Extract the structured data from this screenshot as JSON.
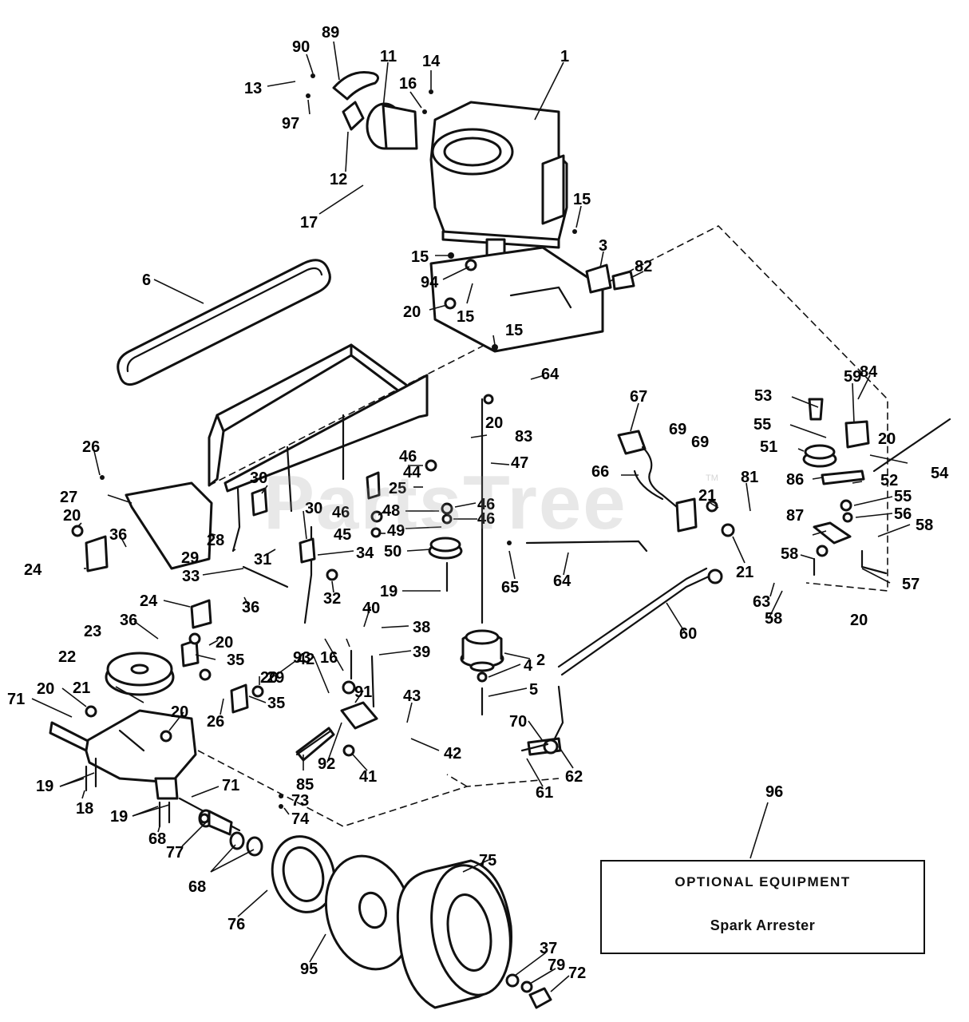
{
  "watermark": {
    "text": "PartsTree",
    "tm": "TM"
  },
  "optional_equipment": {
    "title": "OPTIONAL EQUIPMENT",
    "item": "Spark Arrester"
  },
  "callouts": [
    {
      "id": "c1",
      "label": "1"
    },
    {
      "id": "c89",
      "label": "89"
    },
    {
      "id": "c90",
      "label": "90"
    },
    {
      "id": "c11",
      "label": "11"
    },
    {
      "id": "c14",
      "label": "14"
    },
    {
      "id": "c13",
      "label": "13"
    },
    {
      "id": "c16",
      "label": "16"
    },
    {
      "id": "c97",
      "label": "97"
    },
    {
      "id": "c12",
      "label": "12"
    },
    {
      "id": "c17",
      "label": "17"
    },
    {
      "id": "c15a",
      "label": "15"
    },
    {
      "id": "c15b",
      "label": "15"
    },
    {
      "id": "c94",
      "label": "94"
    },
    {
      "id": "c3",
      "label": "3"
    },
    {
      "id": "c82",
      "label": "82"
    },
    {
      "id": "c6",
      "label": "6"
    },
    {
      "id": "c20a",
      "label": "20"
    },
    {
      "id": "c15c",
      "label": "15"
    },
    {
      "id": "c15d",
      "label": "15"
    },
    {
      "id": "c64a",
      "label": "64"
    },
    {
      "id": "c59",
      "label": "59"
    },
    {
      "id": "c84",
      "label": "84"
    },
    {
      "id": "c53",
      "label": "53"
    },
    {
      "id": "c20b",
      "label": "20"
    },
    {
      "id": "c83",
      "label": "83"
    },
    {
      "id": "c67",
      "label": "67"
    },
    {
      "id": "c69a",
      "label": "69"
    },
    {
      "id": "c69b",
      "label": "69"
    },
    {
      "id": "c55a",
      "label": "55"
    },
    {
      "id": "c20c",
      "label": "20"
    },
    {
      "id": "c51",
      "label": "51"
    },
    {
      "id": "c54",
      "label": "54"
    },
    {
      "id": "c26a",
      "label": "26"
    },
    {
      "id": "c46a",
      "label": "46"
    },
    {
      "id": "c44",
      "label": "44"
    },
    {
      "id": "c47",
      "label": "47"
    },
    {
      "id": "c66",
      "label": "66"
    },
    {
      "id": "c86",
      "label": "86"
    },
    {
      "id": "c52",
      "label": "52"
    },
    {
      "id": "c27",
      "label": "27"
    },
    {
      "id": "c30a",
      "label": "30"
    },
    {
      "id": "c25",
      "label": "25"
    },
    {
      "id": "c21a",
      "label": "21"
    },
    {
      "id": "c81",
      "label": "81"
    },
    {
      "id": "c55b",
      "label": "55"
    },
    {
      "id": "c20d",
      "label": "20"
    },
    {
      "id": "c30b",
      "label": "30"
    },
    {
      "id": "c46b",
      "label": "46"
    },
    {
      "id": "c48",
      "label": "48"
    },
    {
      "id": "c46c",
      "label": "46"
    },
    {
      "id": "c56",
      "label": "56"
    },
    {
      "id": "c36a",
      "label": "36"
    },
    {
      "id": "c46d",
      "label": "46"
    },
    {
      "id": "c87",
      "label": "87"
    },
    {
      "id": "c58a",
      "label": "58"
    },
    {
      "id": "c28",
      "label": "28"
    },
    {
      "id": "c45",
      "label": "45"
    },
    {
      "id": "c49",
      "label": "49"
    },
    {
      "id": "c24a",
      "label": "24"
    },
    {
      "id": "c29a",
      "label": "29"
    },
    {
      "id": "c31",
      "label": "31"
    },
    {
      "id": "c34",
      "label": "34"
    },
    {
      "id": "c50",
      "label": "50"
    },
    {
      "id": "c58b",
      "label": "58"
    },
    {
      "id": "c33",
      "label": "33"
    },
    {
      "id": "c65",
      "label": "65"
    },
    {
      "id": "c64b",
      "label": "64"
    },
    {
      "id": "c21b",
      "label": "21"
    },
    {
      "id": "c57",
      "label": "57"
    },
    {
      "id": "c32",
      "label": "32"
    },
    {
      "id": "c19a",
      "label": "19"
    },
    {
      "id": "c24b",
      "label": "24"
    },
    {
      "id": "c40",
      "label": "40"
    },
    {
      "id": "c36b",
      "label": "36"
    },
    {
      "id": "c38",
      "label": "38"
    },
    {
      "id": "c20e",
      "label": "20"
    },
    {
      "id": "c36c",
      "label": "36"
    },
    {
      "id": "c23",
      "label": "23"
    },
    {
      "id": "c29b",
      "label": "29"
    },
    {
      "id": "c93",
      "label": "93"
    },
    {
      "id": "c16b",
      "label": "16"
    },
    {
      "id": "c39",
      "label": "39"
    },
    {
      "id": "c60",
      "label": "60"
    },
    {
      "id": "c63",
      "label": "63"
    },
    {
      "id": "c2",
      "label": "2"
    },
    {
      "id": "c58c",
      "label": "58"
    },
    {
      "id": "c20f",
      "label": "20"
    },
    {
      "id": "c35a",
      "label": "35"
    },
    {
      "id": "c22",
      "label": "22"
    },
    {
      "id": "c42a",
      "label": "42"
    },
    {
      "id": "c20g",
      "label": "20"
    },
    {
      "id": "c4",
      "label": "4"
    },
    {
      "id": "c21c",
      "label": "21"
    },
    {
      "id": "c91",
      "label": "91"
    },
    {
      "id": "c35b",
      "label": "35"
    },
    {
      "id": "c5",
      "label": "5"
    },
    {
      "id": "c71a",
      "label": "71"
    },
    {
      "id": "c20h",
      "label": "20"
    },
    {
      "id": "c43",
      "label": "43"
    },
    {
      "id": "c20i",
      "label": "20"
    },
    {
      "id": "c26b",
      "label": "26"
    },
    {
      "id": "c70",
      "label": "70"
    },
    {
      "id": "c42b",
      "label": "42"
    },
    {
      "id": "c92",
      "label": "92"
    },
    {
      "id": "c62",
      "label": "62"
    },
    {
      "id": "c41",
      "label": "41"
    },
    {
      "id": "c96",
      "label": "96"
    },
    {
      "id": "c19b",
      "label": "19"
    },
    {
      "id": "c85",
      "label": "85"
    },
    {
      "id": "c61",
      "label": "61"
    },
    {
      "id": "c71b",
      "label": "71"
    },
    {
      "id": "c18",
      "label": "18"
    },
    {
      "id": "c73",
      "label": "73"
    },
    {
      "id": "c19c",
      "label": "19"
    },
    {
      "id": "c74",
      "label": "74"
    },
    {
      "id": "c68a",
      "label": "68"
    },
    {
      "id": "c77",
      "label": "77"
    },
    {
      "id": "c75",
      "label": "75"
    },
    {
      "id": "c68b",
      "label": "68"
    },
    {
      "id": "c76",
      "label": "76"
    },
    {
      "id": "c37",
      "label": "37"
    },
    {
      "id": "c79",
      "label": "79"
    },
    {
      "id": "c72",
      "label": "72"
    },
    {
      "id": "c95",
      "label": "95"
    }
  ]
}
